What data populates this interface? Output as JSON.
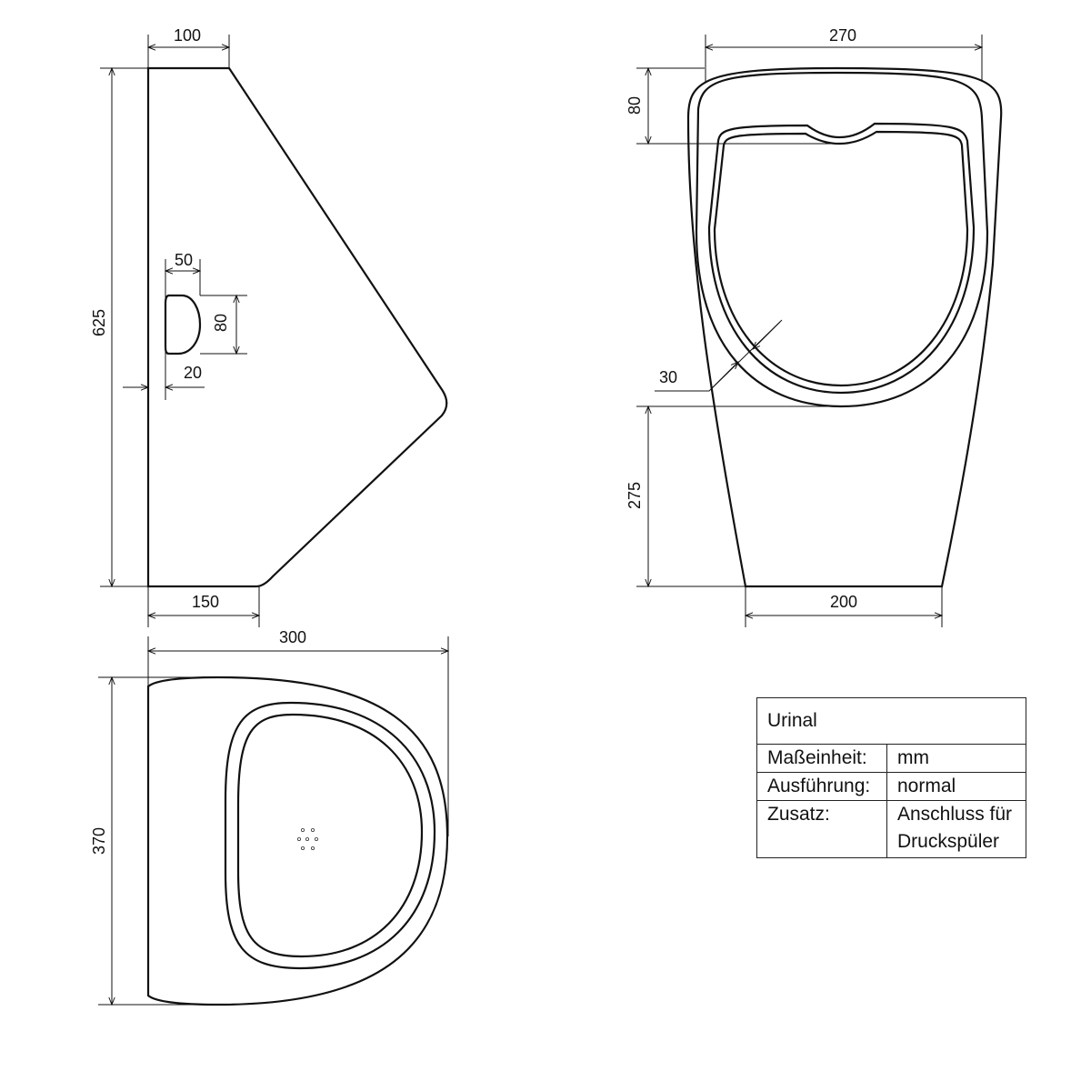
{
  "side_view": {
    "dim_top": "100",
    "dim_height": "625",
    "dim_inlet_width": "50",
    "dim_inlet_height": "80",
    "dim_inlet_offset": "20",
    "dim_bottom": "150"
  },
  "top_view": {
    "dim_depth": "300",
    "dim_width": "370"
  },
  "front_view": {
    "dim_width": "270",
    "dim_top": "80",
    "dim_rim": "30",
    "dim_lower": "275",
    "dim_bottom": "200"
  },
  "info_table": {
    "title": "Urinal",
    "rows": [
      {
        "label": "Maßeinheit:",
        "value": "mm"
      },
      {
        "label": "Ausführung:",
        "value": "normal"
      },
      {
        "label": "Zusatz:",
        "value": "Anschluss für Druckspüler"
      }
    ]
  }
}
